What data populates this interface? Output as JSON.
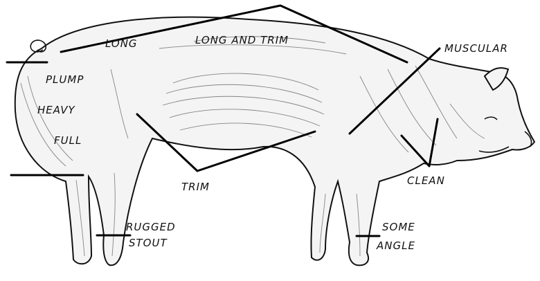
{
  "labels": {
    "long": "LONG",
    "long_and_trim": "LONG AND TRIM",
    "muscular": "MUSCULAR",
    "plump": "PLUMP",
    "heavy": "HEAVY",
    "full": "FULL",
    "trim": "TRIM",
    "clean": "CLEAN",
    "rugged": "RUGGED",
    "stout": "STOUT",
    "some": "SOME",
    "angle": "ANGLE"
  },
  "colors": {
    "ink": "#000000",
    "background": "#ffffff"
  },
  "icons": {
    "subject": "pig-illustration"
  }
}
